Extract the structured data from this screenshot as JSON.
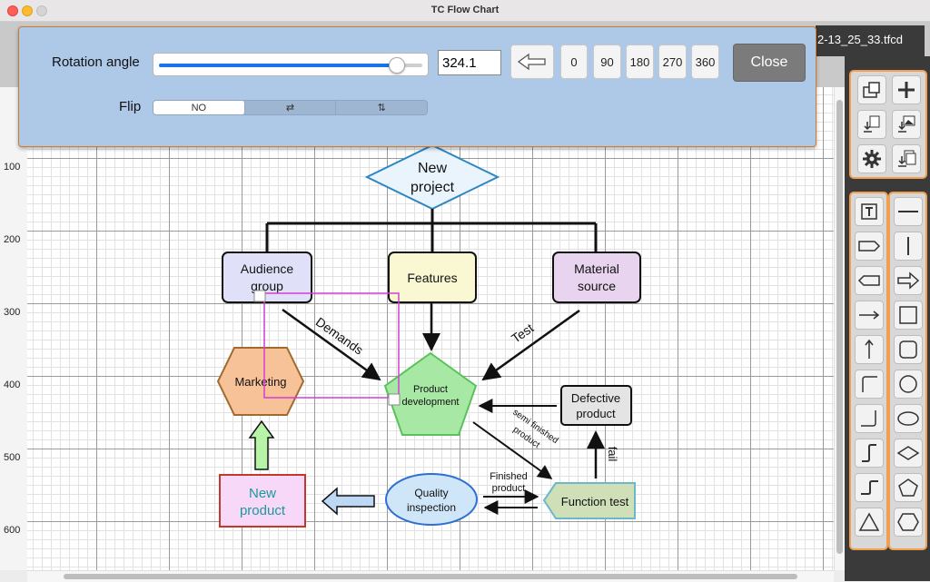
{
  "window": {
    "title": "TC Flow Chart"
  },
  "document_tab": {
    "filename_partial": "2-13_25_33.tfcd"
  },
  "ruler": {
    "labels": [
      "100",
      "200",
      "300",
      "400",
      "500",
      "600"
    ]
  },
  "rotation_panel": {
    "rotation_label": "Rotation angle",
    "angle_value": "324.1",
    "slider_value_fraction": 0.9,
    "preset_buttons": [
      "0",
      "90",
      "180",
      "270",
      "360"
    ],
    "close_label": "Close",
    "flip_label": "Flip",
    "flip_options": [
      "NO",
      "⇄",
      "⇅"
    ],
    "flip_selected": "NO"
  },
  "flowchart": {
    "nodes": {
      "new_project": "New project",
      "audience_group": "Audience group",
      "features": "Features",
      "material_source": "Material source",
      "marketing": "Marketing",
      "product_development": "Product development",
      "defective_product": "Defective product",
      "new_product": "New product",
      "quality_inspection": "Quality inspection",
      "function_test": "Function test"
    },
    "edge_labels": {
      "demands": "Demands",
      "test": "Test",
      "semi_finished": "semi finished product",
      "finished": "Finished product",
      "fail": "fail"
    }
  },
  "colors": {
    "accent_orange": "#f0a050",
    "panel_blue": "#aec8e8",
    "selection_magenta": "#d63cd6",
    "slider_blue": "#1a73e8"
  },
  "tools": {
    "file": [
      "open-files-icon",
      "add-icon",
      "import-file-icon",
      "import-image-icon",
      "settings-gear-icon",
      "export-file-icon"
    ],
    "shapes_left": [
      "text-box-icon",
      "pentagon-arrow-right-icon",
      "pentagon-arrow-left-icon",
      "arrow-right-line-icon",
      "arrow-up-line-icon",
      "corner-top-left-icon",
      "corner-bottom-right-icon",
      "s-curve-icon",
      "z-curve-icon",
      "triangle-icon"
    ],
    "shapes_right": [
      "horizontal-line-icon",
      "vertical-line-icon",
      "block-arrow-icon",
      "square-icon",
      "rounded-square-icon",
      "circle-icon",
      "ellipse-icon",
      "diamond-icon",
      "pentagon-icon",
      "hexagon-icon"
    ]
  }
}
